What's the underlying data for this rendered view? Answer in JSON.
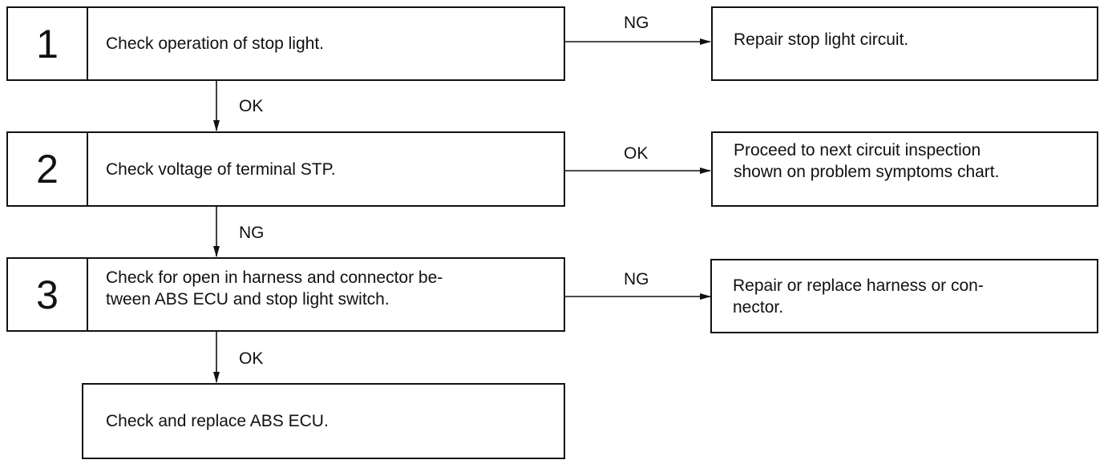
{
  "flowchart": {
    "steps": [
      {
        "number": "1",
        "text": "Check operation of stop light."
      },
      {
        "number": "2",
        "text": "Check voltage of terminal STP."
      },
      {
        "number": "3",
        "text": "Check for open in harness and connector be-\ntween ABS ECU and stop light switch."
      }
    ],
    "final": {
      "text": "Check and replace ABS ECU."
    },
    "outcomes": [
      {
        "text": "Repair stop light circuit."
      },
      {
        "text": "Proceed to next circuit inspection\nshown on problem symptoms chart."
      },
      {
        "text": "Repair or replace harness or con-\nnector."
      }
    ],
    "labels": {
      "step1_right": "NG",
      "step1_down": "OK",
      "step2_right": "OK",
      "step2_down": "NG",
      "step3_right": "NG",
      "step3_down": "OK"
    }
  }
}
